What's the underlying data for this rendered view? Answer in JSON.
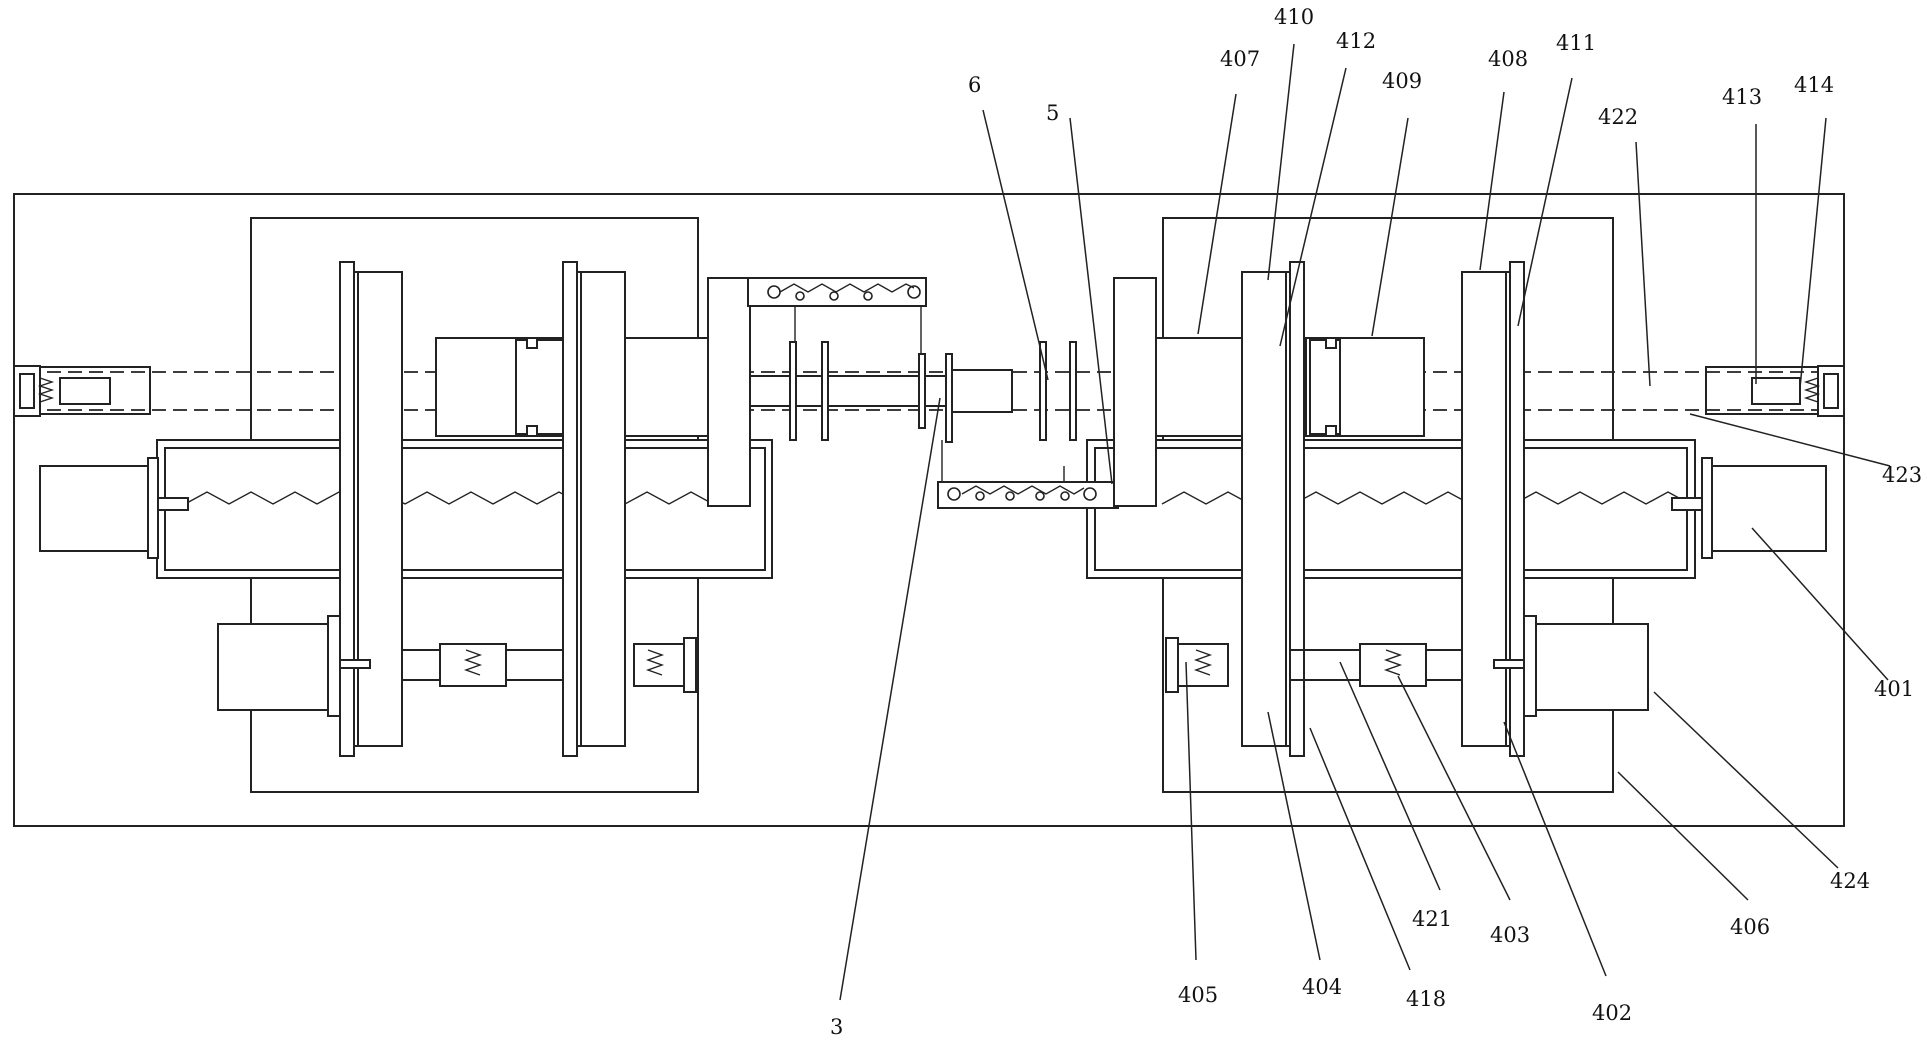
{
  "colors": {
    "line": "#222222",
    "background": "#ffffff"
  },
  "labels": [
    {
      "id": "label-3",
      "text": "3"
    },
    {
      "id": "label-5",
      "text": "5"
    },
    {
      "id": "label-6",
      "text": "6"
    },
    {
      "id": "label-401",
      "text": "401"
    },
    {
      "id": "label-402",
      "text": "402"
    },
    {
      "id": "label-403",
      "text": "403"
    },
    {
      "id": "label-404",
      "text": "404"
    },
    {
      "id": "label-405",
      "text": "405"
    },
    {
      "id": "label-406",
      "text": "406"
    },
    {
      "id": "label-407",
      "text": "407"
    },
    {
      "id": "label-408",
      "text": "408"
    },
    {
      "id": "label-409",
      "text": "409"
    },
    {
      "id": "label-410",
      "text": "410"
    },
    {
      "id": "label-411",
      "text": "411"
    },
    {
      "id": "label-412",
      "text": "412"
    },
    {
      "id": "label-413",
      "text": "413"
    },
    {
      "id": "label-414",
      "text": "414"
    },
    {
      "id": "label-418",
      "text": "418"
    },
    {
      "id": "label-421",
      "text": "421"
    },
    {
      "id": "label-422",
      "text": "422"
    },
    {
      "id": "label-423",
      "text": "423"
    },
    {
      "id": "label-424",
      "text": "424"
    }
  ]
}
